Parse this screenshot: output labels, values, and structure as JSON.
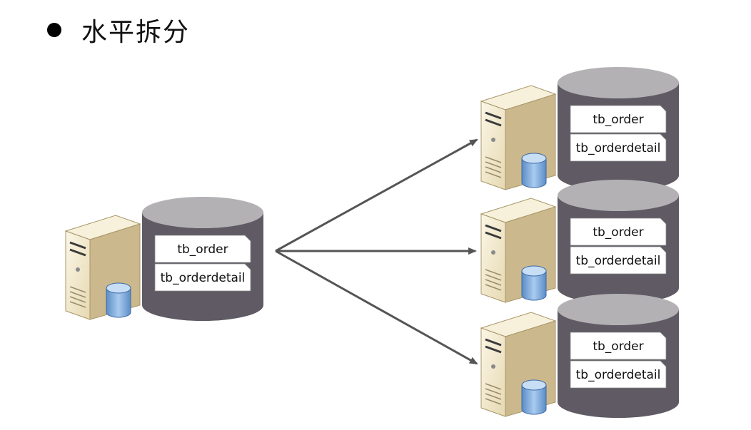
{
  "title": "水平拆分",
  "source": {
    "tables": [
      "tb_order",
      "tb_orderdetail"
    ]
  },
  "shards": [
    {
      "tables": [
        "tb_order",
        "tb_orderdetail"
      ]
    },
    {
      "tables": [
        "tb_order",
        "tb_orderdetail"
      ]
    },
    {
      "tables": [
        "tb_order",
        "tb_orderdetail"
      ]
    }
  ],
  "colors": {
    "cylinder_body": "#5f5a63",
    "cylinder_top": "#b3b1b4",
    "server_face": "#f3ecd4",
    "server_side": "#cbb88c",
    "arrow": "#555555",
    "db_icon": "#7aa6d8"
  }
}
